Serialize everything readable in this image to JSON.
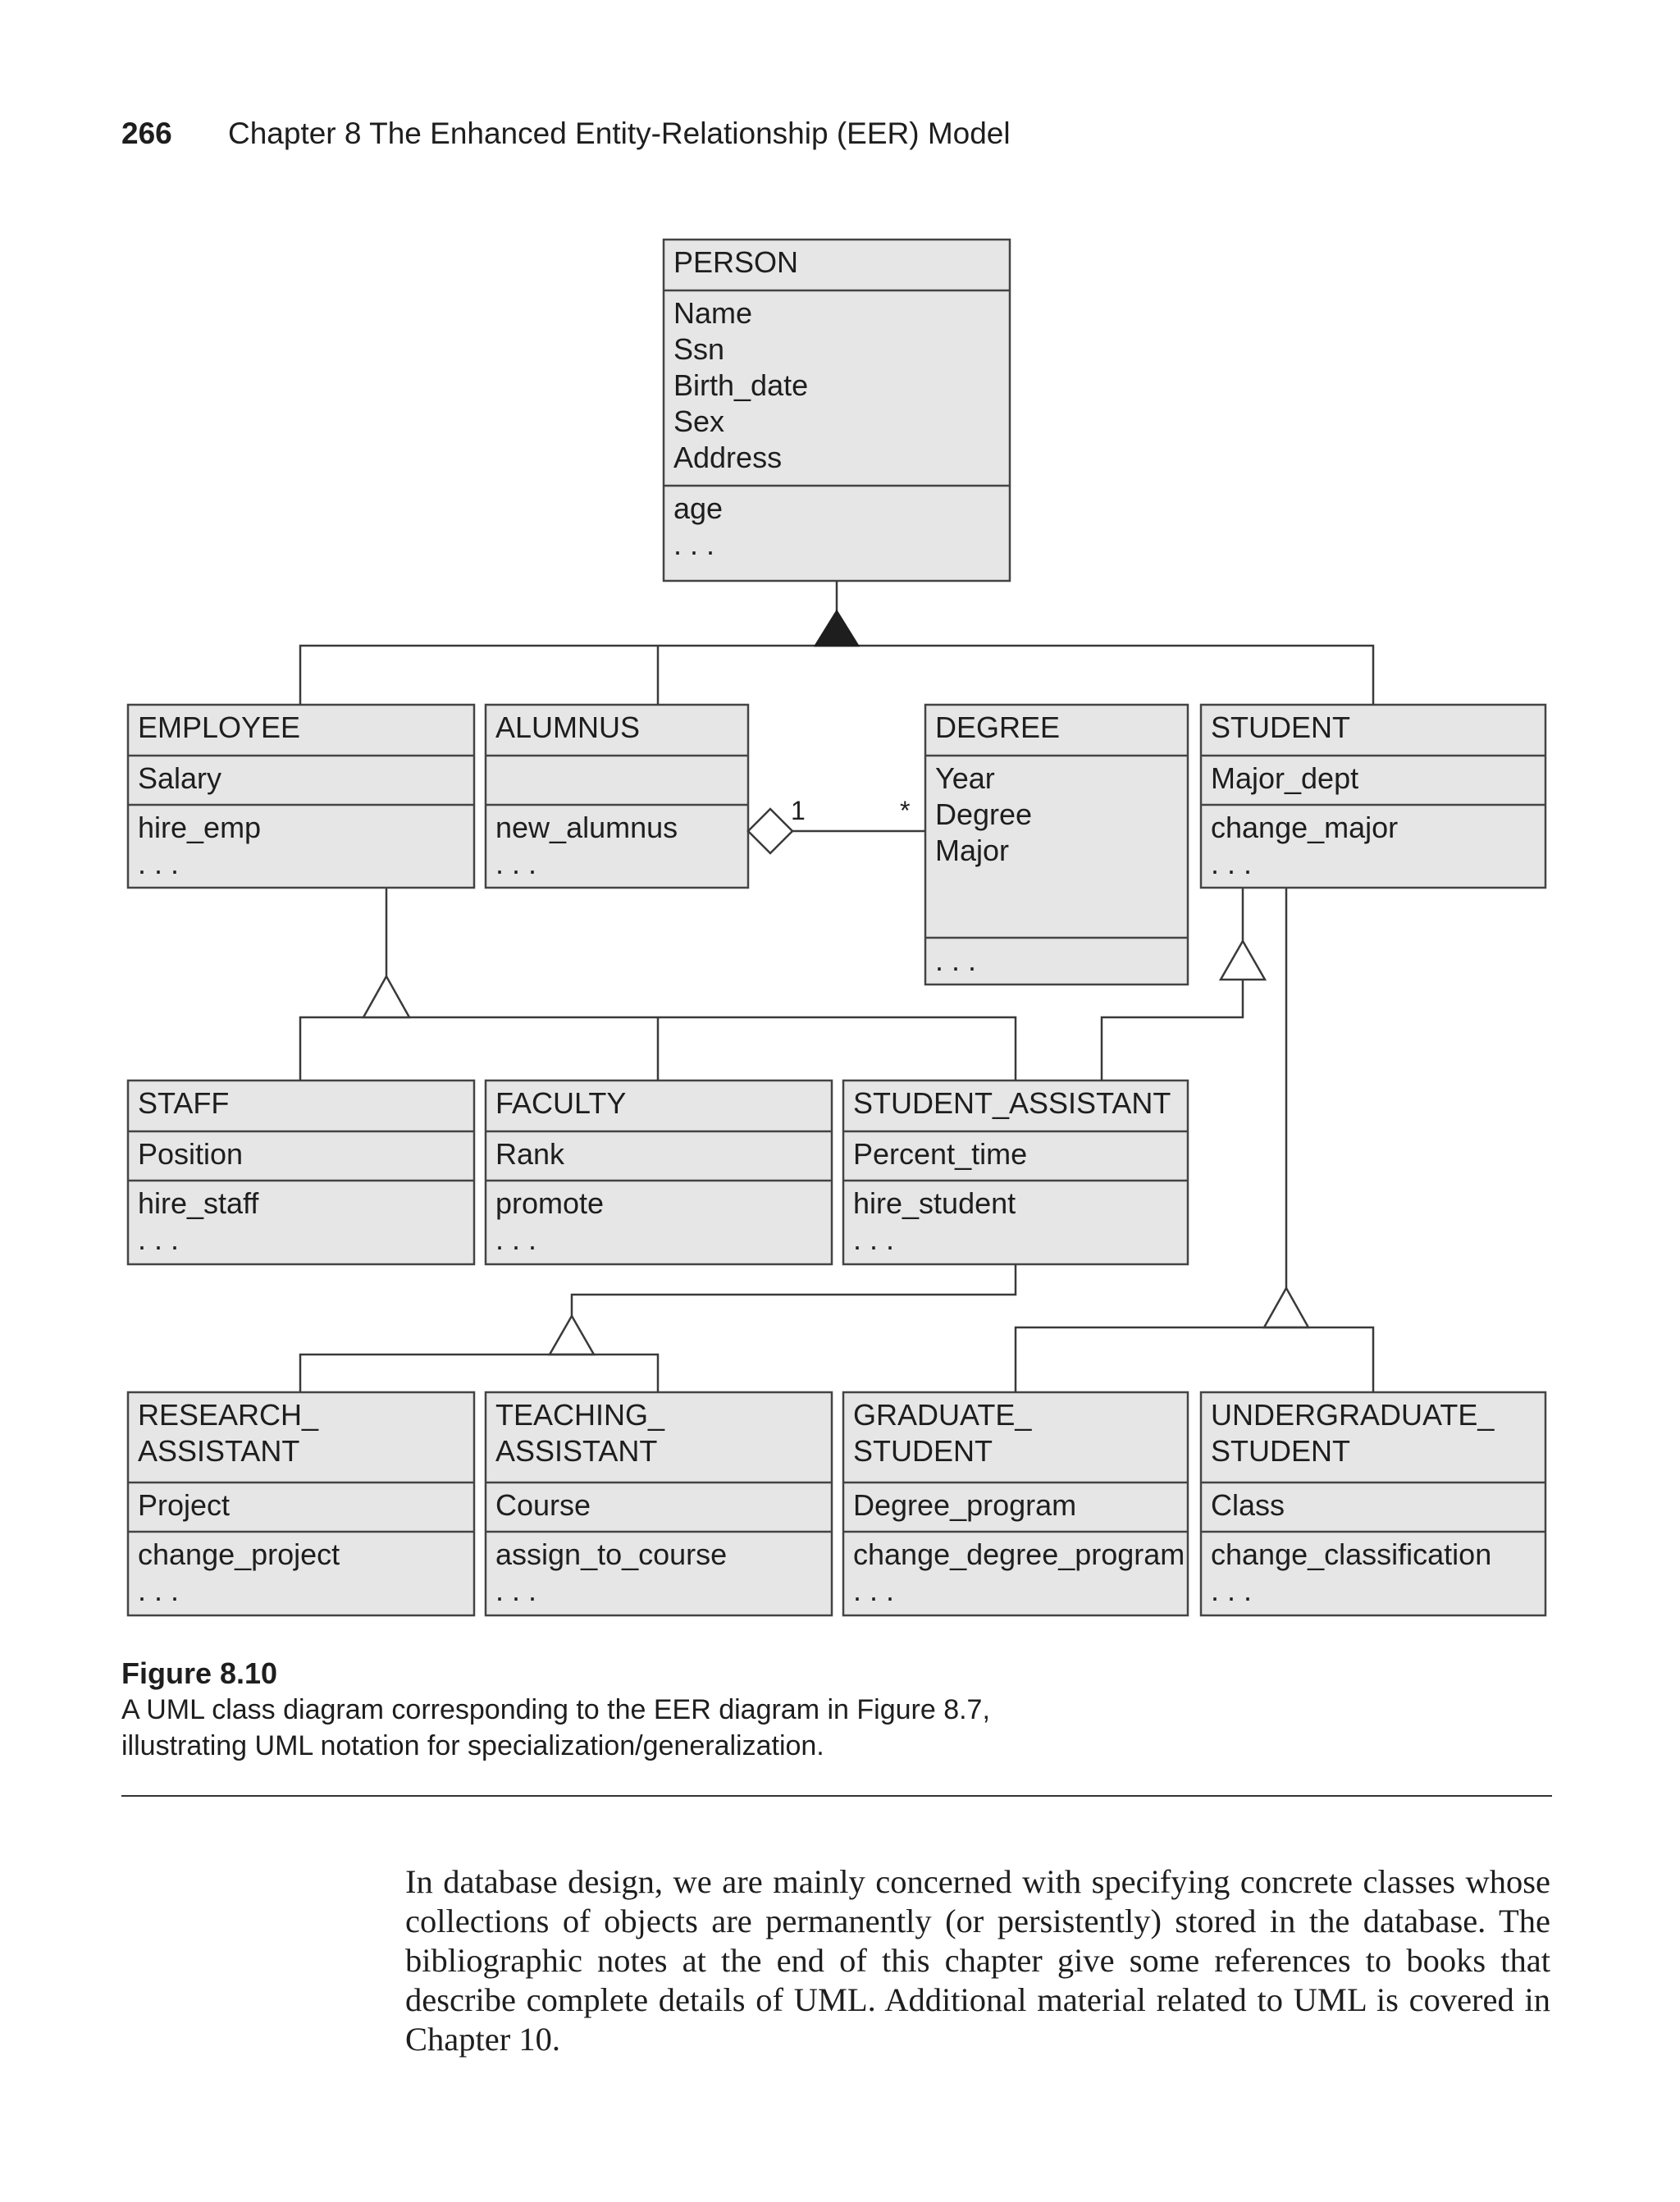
{
  "header": {
    "page_number": "266",
    "chapter_title": "Chapter 8  The Enhanced Entity-Relationship (EER) Model"
  },
  "diagram": {
    "classes": {
      "person": {
        "name": "PERSON",
        "attributes": [
          "Name",
          "Ssn",
          "Birth_date",
          "Sex",
          "Address"
        ],
        "operations": [
          "age",
          ". . ."
        ]
      },
      "employee": {
        "name": "EMPLOYEE",
        "attributes": [
          "Salary"
        ],
        "operations": [
          "hire_emp",
          ". . ."
        ]
      },
      "alumnus": {
        "name": "ALUMNUS",
        "attributes": [],
        "operations": [
          "new_alumnus",
          ". . ."
        ]
      },
      "degree": {
        "name": "DEGREE",
        "attributes": [
          "Year",
          "Degree",
          "Major"
        ],
        "operations": [
          ". . ."
        ]
      },
      "student": {
        "name": "STUDENT",
        "attributes": [
          "Major_dept"
        ],
        "operations": [
          "change_major",
          ". . ."
        ]
      },
      "staff": {
        "name": "STAFF",
        "attributes": [
          "Position"
        ],
        "operations": [
          "hire_staff",
          ". . ."
        ]
      },
      "faculty": {
        "name": "FACULTY",
        "attributes": [
          "Rank"
        ],
        "operations": [
          "promote",
          ". . ."
        ]
      },
      "student_assistant": {
        "name": "STUDENT_ASSISTANT",
        "attributes": [
          "Percent_time"
        ],
        "operations": [
          "hire_student",
          ". . ."
        ]
      },
      "research_assistant": {
        "name": [
          "RESEARCH_",
          "ASSISTANT"
        ],
        "attributes": [
          "Project"
        ],
        "operations": [
          "change_project",
          ". . ."
        ]
      },
      "teaching_assistant": {
        "name": [
          "TEACHING_",
          "ASSISTANT"
        ],
        "attributes": [
          "Course"
        ],
        "operations": [
          "assign_to_course",
          ". . ."
        ]
      },
      "graduate_student": {
        "name": [
          "GRADUATE_",
          "STUDENT"
        ],
        "attributes": [
          "Degree_program"
        ],
        "operations": [
          "change_degree_program",
          ". . ."
        ]
      },
      "undergraduate_student": {
        "name": [
          "UNDERGRADUATE_",
          "STUDENT"
        ],
        "attributes": [
          "Class"
        ],
        "operations": [
          "change_classification",
          ". . ."
        ]
      }
    },
    "association": {
      "multiplicity_alumnus": "1",
      "multiplicity_degree": "*"
    }
  },
  "caption": {
    "label": "Figure 8.10",
    "line1": "A UML class diagram corresponding to the EER diagram in Figure 8.7,",
    "line2": "illustrating UML notation for specialization/generalization."
  },
  "body_text": "In database design, we are mainly concerned with specifying concrete classes whose collections of objects are permanently (or persistently) stored in the database. The bibliographic notes at the end of this chapter give some references to books that describe complete details of UML. Additional material related to UML is covered in Chapter 10."
}
